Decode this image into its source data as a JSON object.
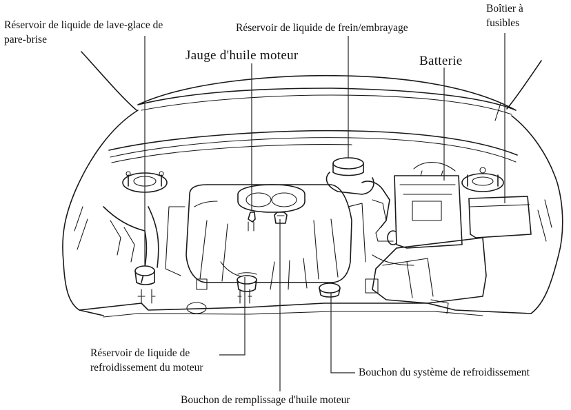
{
  "labels": {
    "washer_reservoir": [
      "Réservoir de liquide de lave-glace de",
      "pare-brise"
    ],
    "brake_reservoir": "Réservoir de liquide de frein/embrayage",
    "fuse_box": [
      "Boîtier à",
      "fusibles"
    ],
    "oil_dipstick": "Jauge d'huile moteur",
    "battery": "Batterie",
    "coolant_reservoir": [
      "Réservoir de liquide de",
      "refroidissement du moteur"
    ],
    "cooling_cap": "Bouchon du système de refroidissement",
    "oil_filler_cap": "Bouchon de remplissage d'huile moteur"
  }
}
